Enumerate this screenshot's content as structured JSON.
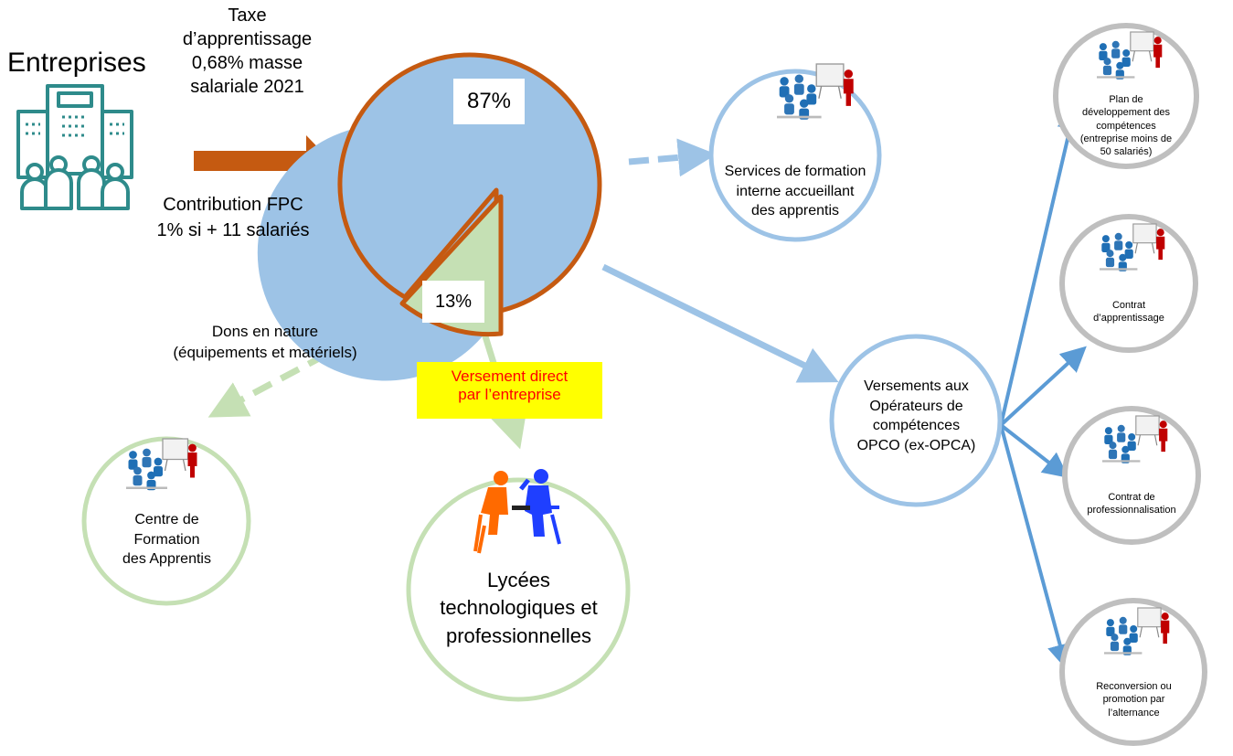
{
  "colors": {
    "pie_main": "#9dc3e6",
    "pie_border": "#c55a11",
    "pie_slice": "#c5e0b4",
    "arrow_orange": "#c55a11",
    "blue_line": "#9dc3e6",
    "blue_arrow": "#5b9bd5",
    "green_line": "#c5e0b4",
    "circle_blue": "#9dc3e6",
    "circle_green": "#c5e0b4",
    "circle_gray": "#bfbfbf",
    "building": "#2e8b8b",
    "highlight": "#ffff00",
    "highlight_text": "#ff0000"
  },
  "source": {
    "title": "Entreprises",
    "tax_text_lines": [
      "Taxe",
      "d’apprentissage",
      "0,68% masse",
      "salariale 2021"
    ],
    "fpc_text_lines": [
      "Contribution FPC",
      "1% si + 11 salariés"
    ],
    "icon": "building-with-people-icon"
  },
  "pie": {
    "big_label": "87%",
    "small_label": "13%",
    "big_value": 87,
    "small_value": 13
  },
  "dons": {
    "text_lines": [
      "Dons en nature",
      "(équipements  et matériels)"
    ]
  },
  "direct": {
    "text_lines": [
      "Versement direct",
      "par l’entreprise"
    ]
  },
  "nodes": {
    "services": {
      "text_lines": [
        "Services de formation",
        "interne accueillant",
        "des apprentis"
      ],
      "icon": "training-class-icon"
    },
    "opco": {
      "text_lines": [
        "Versements aux",
        "Opérateurs de",
        "compétences",
        "OPCO (ex-OPCA)"
      ]
    },
    "cfa": {
      "text_lines": [
        "Centre de",
        "Formation",
        "des Apprentis"
      ],
      "icon": "training-class-icon"
    },
    "lycees": {
      "text_lines": [
        "Lycées",
        "technologiques et",
        "professionnelles"
      ],
      "icon": "students-icon"
    },
    "plan": {
      "text_lines": [
        "Plan de",
        "développement des",
        "compétences",
        "(entreprise moins de",
        "50 salariés)"
      ],
      "icon": "training-class-icon"
    },
    "contrat_app": {
      "text_lines": [
        "Contrat",
        "d’apprentissage"
      ],
      "icon": "training-class-icon"
    },
    "contrat_pro": {
      "text_lines": [
        "Contrat de",
        "professionnalisation"
      ],
      "icon": "training-class-icon"
    },
    "reconversion": {
      "text_lines": [
        "Reconversion ou",
        "promotion par",
        "l’alternance"
      ],
      "icon": "training-class-icon"
    }
  }
}
